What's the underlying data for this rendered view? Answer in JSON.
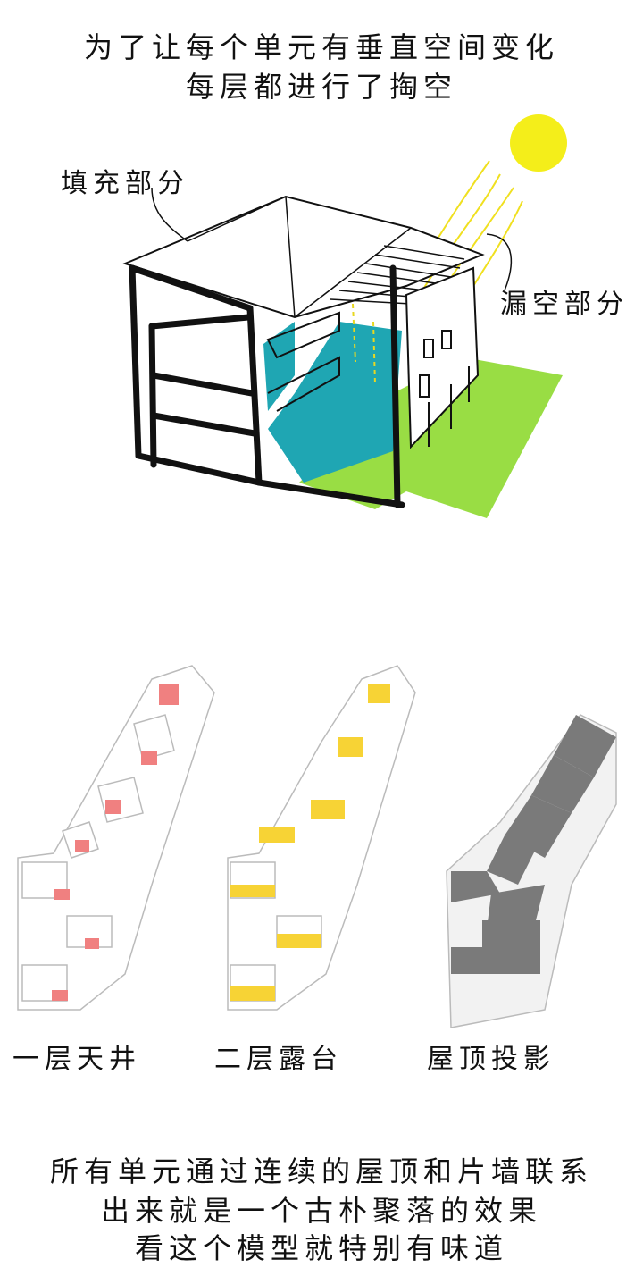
{
  "top_caption": {
    "line1": "为了让每个单元有垂直空间变化",
    "line2": "每层都进行了掏空"
  },
  "section_diagram": {
    "fill_label": "填充部分",
    "hollow_label": "漏空部分",
    "colors": {
      "courtyard": "#1fa6b3",
      "lawn": "#99dd44",
      "sun": "#f4ee1a",
      "sun_rays": "#f0e020"
    }
  },
  "plans": {
    "items": [
      {
        "label": "一层天井",
        "accent": "#f08080"
      },
      {
        "label": "二层露台",
        "accent": "#f7d335"
      },
      {
        "label": "屋顶投影",
        "accent": "#7a7a7a"
      }
    ]
  },
  "bottom_caption": {
    "line1": "所有单元通过连续的屋顶和片墙联系",
    "line2": "出来就是一个古朴聚落的效果",
    "line3": "看这个模型就特别有味道"
  }
}
